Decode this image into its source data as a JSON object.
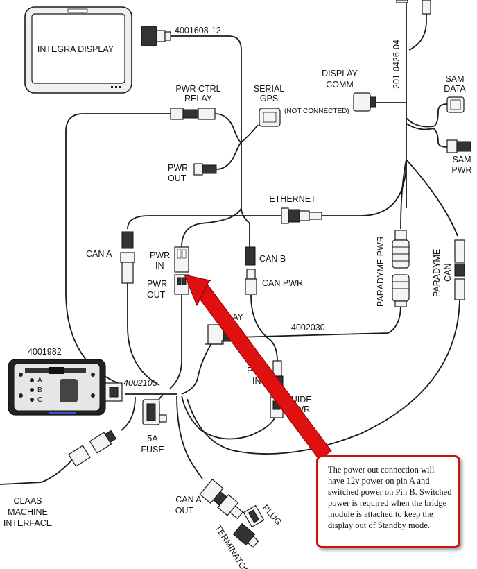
{
  "labels": {
    "integra_display": "INTEGRA DISPLAY",
    "part_4001608": "4001608-12",
    "pwr_ctrl_relay_1": "PWR CTRL",
    "pwr_ctrl_relay_2": "RELAY",
    "serial_gps_1": "SERIAL",
    "serial_gps_2": "GPS",
    "not_connected": "(NOT CONNECTED)",
    "display_comm_1": "DISPLAY",
    "display_comm_2": "COMM",
    "part_201": "201-0426-04",
    "sam_data_1": "SAM",
    "sam_data_2": "DATA",
    "sam_pwr_1": "SAM",
    "sam_pwr_2": "PWR",
    "pwr_out_top_1": "PWR",
    "pwr_out_top_2": "OUT",
    "ethernet": "ETHERNET",
    "can_a": "CAN A",
    "pwr_in_1": "PWR",
    "pwr_in_2": "IN",
    "pwr_out_1": "PWR",
    "pwr_out_2": "OUT",
    "can_b": "CAN B",
    "can_pwr": "CAN PWR",
    "paradyme_pwr": "PARADYME PWR",
    "paradyme_can_1": "PARADYME",
    "paradyme_can_2": "CAN",
    "relay": "RELAY",
    "part_4002030": "4002030",
    "part_4001982": "4001982",
    "part_4002105": "4002105",
    "pwr_in2_1": "PWR",
    "pwr_in2_2": "IN",
    "guide_pwr_1": "GUIDE",
    "guide_pwr_2": "PWR",
    "fuse_1": "5A",
    "fuse_2": "FUSE",
    "can_a_out_1": "CAN A",
    "can_a_out_2": "OUT",
    "plug": "PLUG",
    "terminator": "TERMINATOR",
    "claas_1": "CLAAS",
    "claas_2": "MACHINE",
    "claas_3": "INTERFACE",
    "module_a": "A",
    "module_b": "B",
    "module_c": "C"
  },
  "callout": {
    "text": "The power out connection will have 12v power on pin A and switched power on Pin B. Switched power is required when the bridge module is attached  to keep the display out of Standby mode."
  },
  "colors": {
    "callout_border": "#cc1111",
    "arrow": "#e01010",
    "module_accent": "#3355cc"
  }
}
